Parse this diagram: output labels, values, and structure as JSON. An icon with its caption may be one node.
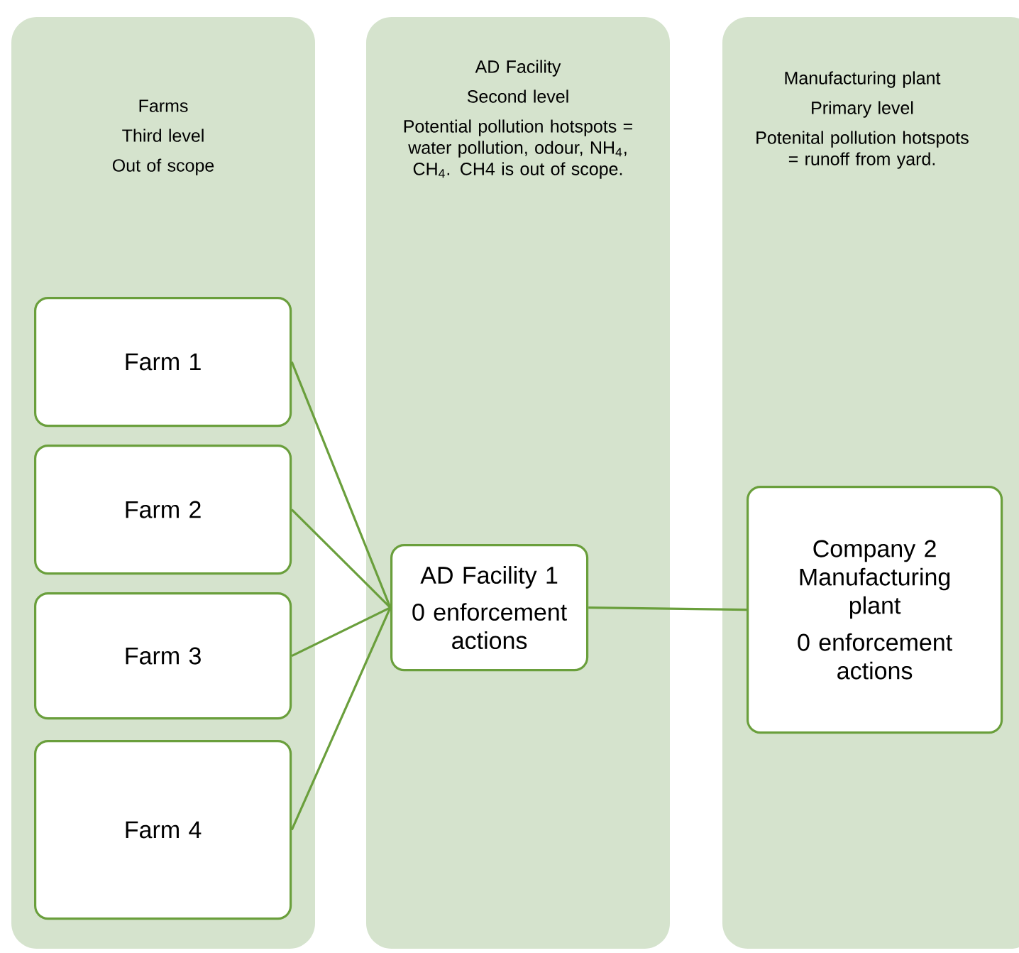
{
  "diagram": {
    "nodes": [
      {
        "text": [
          "Farms",
          "Third level",
          "Out of scope"
        ]
      },
      {
        "text": [
          "AD Facility",
          "Second level",
          "Potential pollution hotspots = water pollution, odour, NH$_{4}$, CH$_{4}$. CH4 is out of scope."
        ]
      },
      {
        "text": [
          "Manufacturing plant",
          "Primary level",
          "Potenital pollution hotspots = runoff from yard."
        ]
      },
      {
        "text": [
          "Farm 1"
        ],
        "in": 0
      },
      {
        "text": [
          "Farm 2"
        ],
        "in": 0
      },
      {
        "text": [
          "Farm 3"
        ],
        "in": 0
      },
      {
        "text": [
          "Farm 4"
        ],
        "in": 0
      },
      {
        "text": [
          "AD Facility 1",
          "0 enforcement actions"
        ],
        "in": 1
      },
      {
        "text": [
          "Company 2 Manufacturing plant",
          "0 enforcement actions"
        ],
        "in": 2
      }
    ],
    "edges": [
      {
        "from": 3,
        "to": 7,
        "arrow": "none"
      },
      {
        "from": 4,
        "to": 7,
        "arrow": "none"
      },
      {
        "from": 5,
        "to": 7,
        "arrow": "none"
      },
      {
        "from": 6,
        "to": 7,
        "arrow": "none"
      },
      {
        "from": 7,
        "to": 8,
        "arrow": "none"
      }
    ]
  }
}
